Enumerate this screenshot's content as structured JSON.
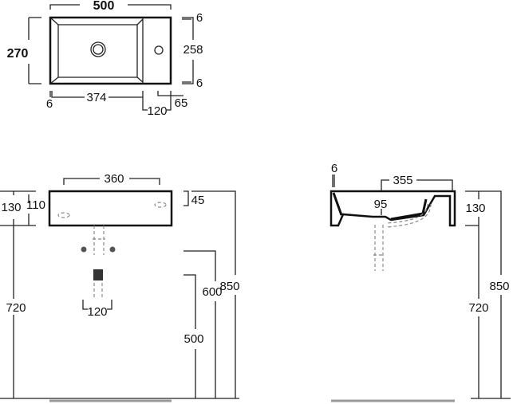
{
  "top_view": {
    "width": "500",
    "depth": "270",
    "inner_depth": "258",
    "rim_top": "6",
    "rim_bottom": "6",
    "rim_left": "6",
    "basin_width": "374",
    "deck_width": "120",
    "tap_offset": "65"
  },
  "front_view": {
    "inner_width": "360",
    "total_height": "130",
    "basin_height": "110",
    "rim_height": "45",
    "floor_to_base": "720",
    "floor_to_top": "850",
    "drain_height": "600",
    "valve_height": "500",
    "valve_spacing": "120"
  },
  "side_view": {
    "rim": "6",
    "length": "355",
    "depth_mark": "95",
    "height": "130",
    "floor_to_top": "850",
    "floor_to_base": "720"
  }
}
